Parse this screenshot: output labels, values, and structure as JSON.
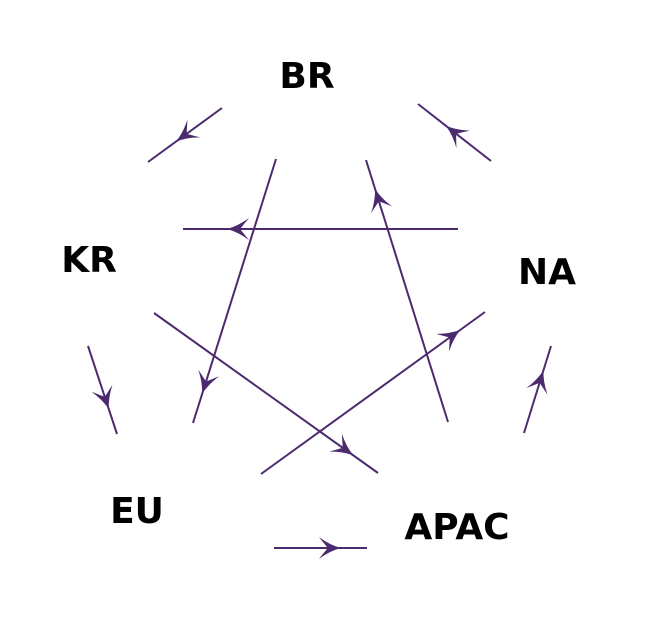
{
  "diagram": {
    "stroke_color": "#4b2a6e",
    "nodes": [
      {
        "id": "BR",
        "label": "BR"
      },
      {
        "id": "NA",
        "label": "NA"
      },
      {
        "id": "APAC",
        "label": "APAC"
      },
      {
        "id": "EU",
        "label": "EU"
      },
      {
        "id": "KR",
        "label": "KR"
      }
    ],
    "edges": [
      {
        "from": "BR",
        "to": "KR"
      },
      {
        "from": "NA",
        "to": "BR"
      },
      {
        "from": "APAC",
        "to": "NA"
      },
      {
        "from": "EU",
        "to": "APAC"
      },
      {
        "from": "KR",
        "to": "EU"
      },
      {
        "from": "NA",
        "to": "KR"
      },
      {
        "from": "BR",
        "to": "EU"
      },
      {
        "from": "APAC",
        "to": "BR"
      },
      {
        "from": "EU",
        "to": "NA"
      },
      {
        "from": "KR",
        "to": "APAC"
      }
    ]
  }
}
